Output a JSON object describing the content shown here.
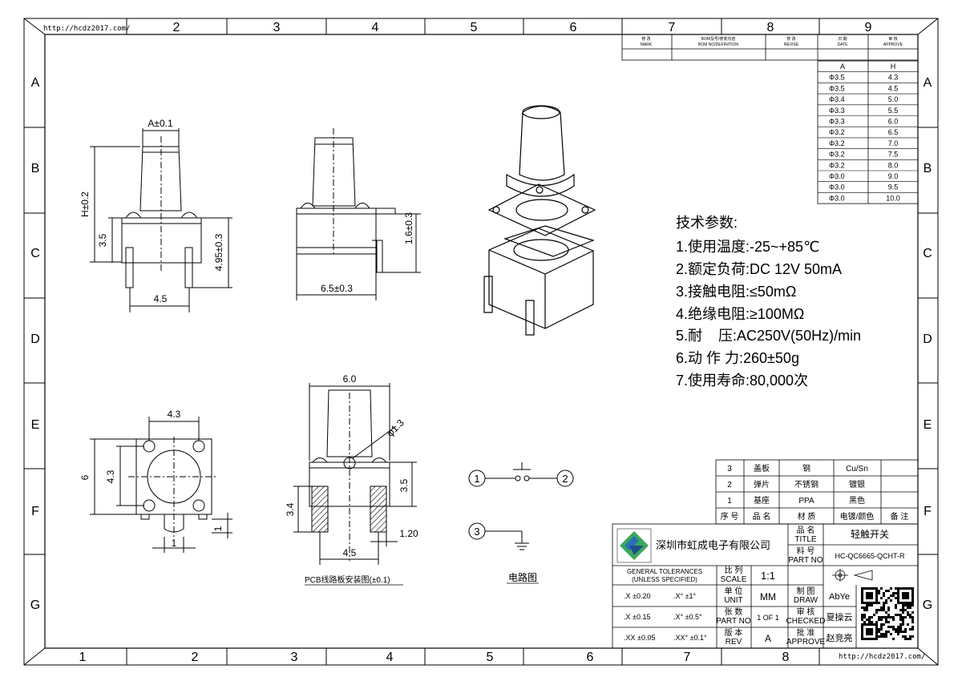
{
  "url_text": "http://hcdz2017.com/",
  "columns_top": [
    "2",
    "3",
    "4",
    "5",
    "6",
    "7",
    "8",
    "9"
  ],
  "columns_bottom": [
    "1",
    "2",
    "3",
    "4",
    "5",
    "6",
    "7",
    "8"
  ],
  "rows": [
    "A",
    "B",
    "C",
    "D",
    "E",
    "F",
    "G"
  ],
  "revision_header": {
    "mark": "修 改\nMARK",
    "definition": "BOM及号/修变内容\nBOM NO/DEFINITION",
    "revise": "修 改\nREVISE",
    "date": "日 期\nDATE",
    "approve": "审 核\nAPPROVE"
  },
  "size_table": {
    "headers": [
      "A",
      "H"
    ],
    "rows": [
      [
        "Φ3.5",
        "4.3"
      ],
      [
        "Φ3.5",
        "4.5"
      ],
      [
        "Φ3.4",
        "5.0"
      ],
      [
        "Φ3.3",
        "5.5"
      ],
      [
        "Φ3.3",
        "6.0"
      ],
      [
        "Φ3.2",
        "6.5"
      ],
      [
        "Φ3.2",
        "7.0"
      ],
      [
        "Φ3.2",
        "7.5"
      ],
      [
        "Φ3.2",
        "8.0"
      ],
      [
        "Φ3.0",
        "9.0"
      ],
      [
        "Φ3.0",
        "9.5"
      ],
      [
        "Φ3.0",
        "10.0"
      ]
    ]
  },
  "specs": {
    "title": "技术参数:",
    "items": [
      "1.使用温度:-25~+85℃",
      "2.额定负荷:DC 12V 50mA",
      "3.接触电阻:≤50mΩ",
      "4.绝缘电阻:≥100MΩ",
      "5.耐    压:AC250V(50Hz)/min",
      "6.动 作 力:260±50g",
      "7.使用寿命:80,000次"
    ]
  },
  "dims": {
    "a_tol": "A±0.1",
    "h_tol": "H±0.2",
    "d35": "3.5",
    "d495": "4.95±0.3",
    "d45": "4.5",
    "d65": "6.5±0.3",
    "d16": "1.6±0.3",
    "d60": "6.0",
    "phi13": "φ1.3",
    "d35b": "3.5",
    "d34": "3.4",
    "d120": "1.20",
    "d45b": "4.5",
    "d43": "4.3",
    "d43v": "4.3",
    "d6": "6",
    "d1": "1",
    "d1b": "1"
  },
  "labels": {
    "pcb": "PCB线路板安装图(±0.1)",
    "circuit": "电路图",
    "n1": "1",
    "n2": "2",
    "n3": "3"
  },
  "bom": [
    [
      "3",
      "盖板",
      "钢",
      "Cu/Sn",
      ""
    ],
    [
      "2",
      "弹片",
      "不锈钢",
      "镀银",
      ""
    ],
    [
      "1",
      "基座",
      "PPA",
      "黑色",
      ""
    ]
  ],
  "bom_header": [
    "序 号",
    "品 名",
    "材 质",
    "电镀/颜色",
    "备 注"
  ],
  "title_block": {
    "company": "深圳市虹成电子有限公司",
    "title_label": "品 名\nTITLE",
    "title_value": "轻触开关",
    "part_label": "料 号\nPART NO",
    "part_value": "HC-QC6665-QCHT-R",
    "tol_title": "GENERAL TOLERANCES\n(UNLESS SPECIFIED)",
    "scale_label": "比 例\nSCALE",
    "scale_value": "1:1",
    "unit_label": "单 位\nUNIT",
    "unit_value": "MM",
    "draw_label": "制 图\nDRAW",
    "draw_value": "AbYe",
    "sheet_label": "张 数\nPART NO",
    "sheet_value": "1 OF 1",
    "checked_label": "审 核\nCHECKED",
    "checked_value": "夏操云",
    "rev_label": "版 本\nREV",
    "rev_value": "A",
    "approve_label": "批 准\nAPPROVE",
    "approve_value": "赵竞亮",
    "tol_rows": [
      [
        ".X  ±0.20",
        ".X°  ±1°"
      ],
      [
        ".X  ±0.15",
        ".X°  ±0.5°"
      ],
      [
        ".XX  ±0.05",
        ".XX°  ±0.1°"
      ]
    ]
  }
}
